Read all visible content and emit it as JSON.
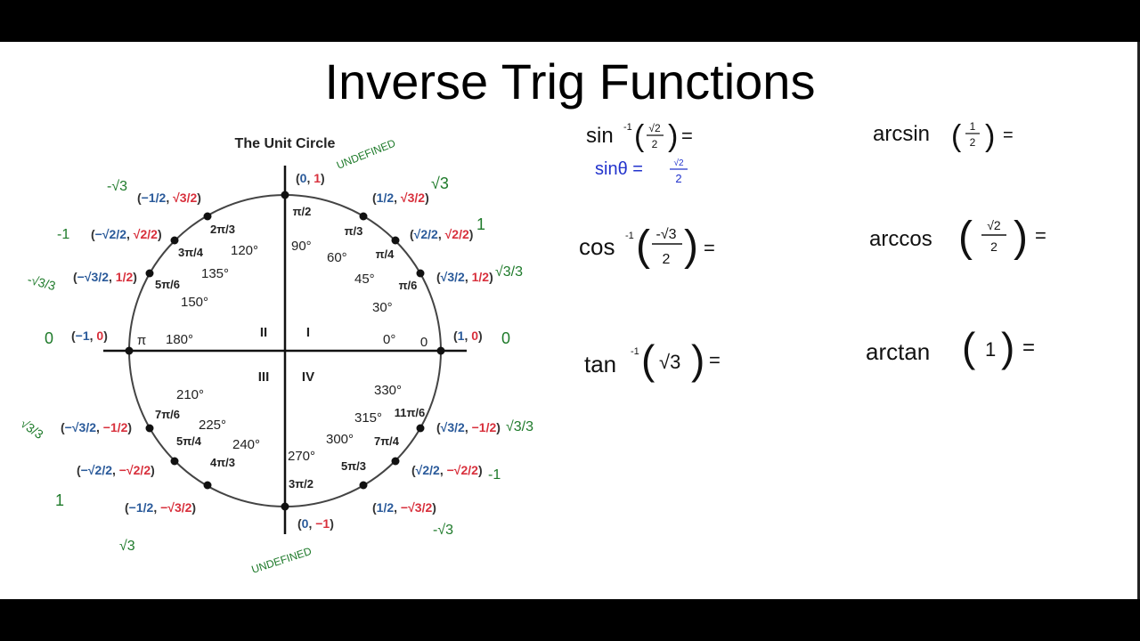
{
  "slide": {
    "title": "Inverse Trig Functions"
  },
  "unit_circle": {
    "title": "The Unit Circle",
    "colors": {
      "x": "#2a5a9a",
      "y": "#d8303c",
      "annotation": "#1e7a2a",
      "handwriting_blue": "#2233cc",
      "ink": "#111111"
    },
    "quadrants": [
      "I",
      "II",
      "III",
      "IV"
    ],
    "undefined_label": "UNDEFINED",
    "points": [
      {
        "deg": "0°",
        "rad": "0",
        "x": "1",
        "y": "0",
        "tan": "0"
      },
      {
        "deg": "30°",
        "rad": "π/6",
        "x": "√3/2",
        "y": "1/2",
        "tan": "√3/3"
      },
      {
        "deg": "45°",
        "rad": "π/4",
        "x": "√2/2",
        "y": "√2/2",
        "tan": "1"
      },
      {
        "deg": "60°",
        "rad": "π/3",
        "x": "1/2",
        "y": "√3/2",
        "tan": "√3"
      },
      {
        "deg": "90°",
        "rad": "π/2",
        "x": "0",
        "y": "1",
        "tan": "UNDEFINED"
      },
      {
        "deg": "120°",
        "rad": "2π/3",
        "x": "−1/2",
        "y": "√3/2",
        "tan": "-√3"
      },
      {
        "deg": "135°",
        "rad": "3π/4",
        "x": "−√2/2",
        "y": "√2/2",
        "tan": "-1"
      },
      {
        "deg": "150°",
        "rad": "5π/6",
        "x": "−√3/2",
        "y": "1/2",
        "tan": "-√3/3"
      },
      {
        "deg": "180°",
        "rad": "π",
        "x": "−1",
        "y": "0",
        "tan": "0"
      },
      {
        "deg": "210°",
        "rad": "7π/6",
        "x": "−√3/2",
        "y": "−1/2",
        "tan": "√3/3"
      },
      {
        "deg": "225°",
        "rad": "5π/4",
        "x": "−√2/2",
        "y": "−√2/2",
        "tan": "1"
      },
      {
        "deg": "240°",
        "rad": "4π/3",
        "x": "−1/2",
        "y": "−√3/2",
        "tan": "√3"
      },
      {
        "deg": "270°",
        "rad": "3π/2",
        "x": "0",
        "y": "−1",
        "tan": "UNDEFINED"
      },
      {
        "deg": "300°",
        "rad": "5π/3",
        "x": "1/2",
        "y": "−√3/2",
        "tan": "-√3"
      },
      {
        "deg": "315°",
        "rad": "7π/4",
        "x": "√2/2",
        "y": "−√2/2",
        "tan": "-1"
      },
      {
        "deg": "330°",
        "rad": "11π/6",
        "x": "√3/2",
        "y": "−1/2",
        "tan": "√3/3"
      }
    ]
  },
  "problems": [
    {
      "expr": "sin⁻¹(√2/2) =",
      "work": "sin θ = √2/2"
    },
    {
      "expr": "arcsin(1/2) ="
    },
    {
      "expr": "cos⁻¹(−√3/2) ="
    },
    {
      "expr": "arccos(√2/2) ="
    },
    {
      "expr": "tan⁻¹(√3) ="
    },
    {
      "expr": "arctan(1) ="
    }
  ],
  "glyphs": {
    "sin": "sin",
    "cos": "cos",
    "tan": "tan",
    "inv": "-1",
    "arcsin": "arcsin",
    "arccos": "arccos",
    "arctan": "arctan",
    "lp": "(",
    "rp": ")",
    "eq": "=",
    "sqrt2": "√2",
    "sqrt3": "√3",
    "neg_sqrt3": "-√3",
    "one": "1",
    "two": "2",
    "theta_eq": "sinθ =",
    "comma": ",",
    "minus": "−",
    "pi": "π",
    "open_paren": "(",
    "close_paren": ")"
  }
}
